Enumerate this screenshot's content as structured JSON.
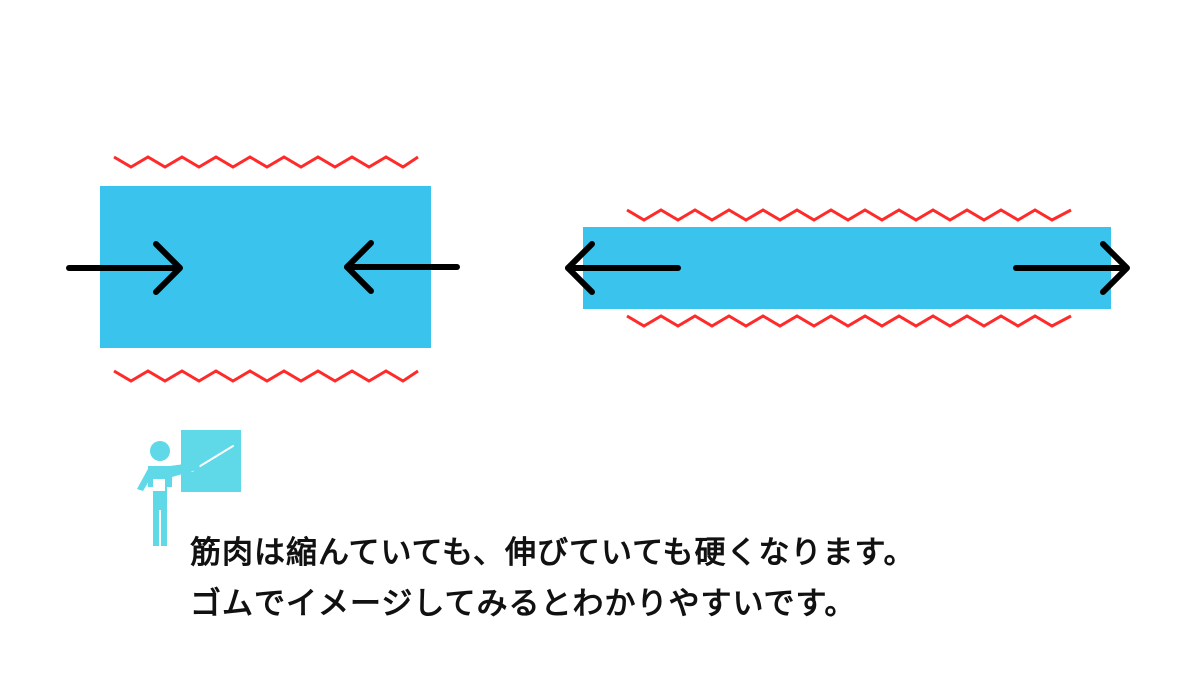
{
  "diagram": {
    "left_panel": {
      "state": "contracted",
      "arrow_direction": "inward"
    },
    "right_panel": {
      "state": "stretched",
      "arrow_direction": "outward"
    },
    "colors": {
      "muscle_block": "#3ac3ec",
      "tension_zigzag": "#ff2a2a",
      "arrow": "#000000",
      "presenter_icon": "#5fd8e8"
    },
    "icons": {
      "presenter": "presenter-pointing-at-board-icon"
    }
  },
  "caption": {
    "line1": "筋肉は縮んていても、伸びていても硬くなります。",
    "line2": "ゴムでイメージしてみるとわかりやすいです。"
  }
}
